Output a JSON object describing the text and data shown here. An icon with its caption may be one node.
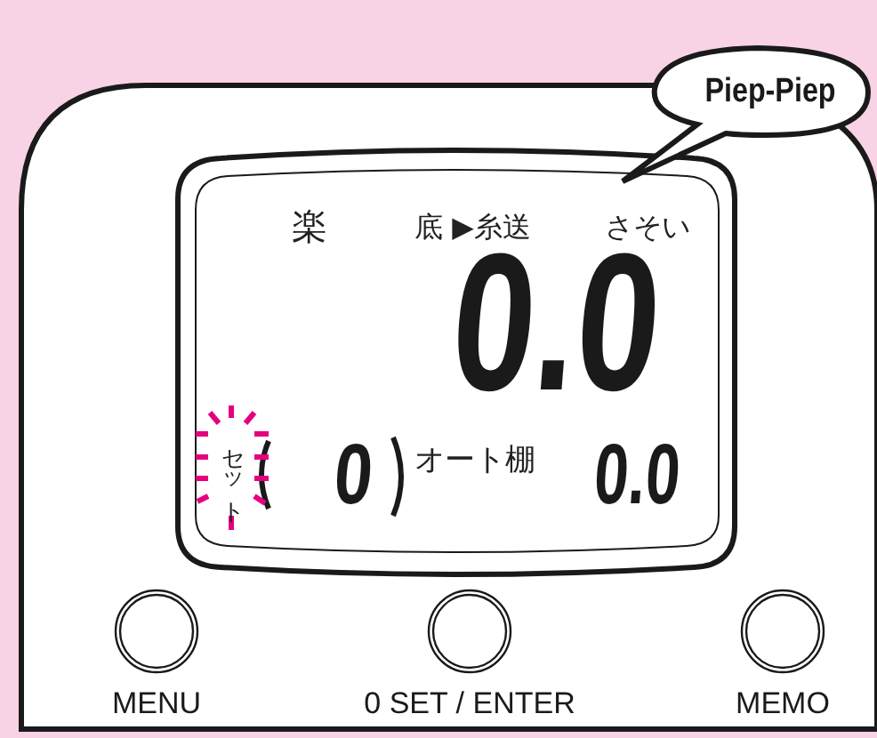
{
  "diagram": {
    "nodes": [
      {
        "text": [
          "Piep-Piep"
        ]
      },
      {
        "text": [],
        "shape": "circle",
        "beside": [
          "MENU"
        ]
      },
      {
        "text": [],
        "shape": "circle",
        "beside": [
          "0 SET / ENTER"
        ]
      },
      {
        "text": [],
        "shape": "circle",
        "beside": [
          "MEMO"
        ]
      }
    ],
    "labels": [
      "楽",
      "底 ▶糸送",
      "さそい",
      "0.0",
      "セット",
      "0",
      "オート棚",
      "0.0"
    ]
  }
}
